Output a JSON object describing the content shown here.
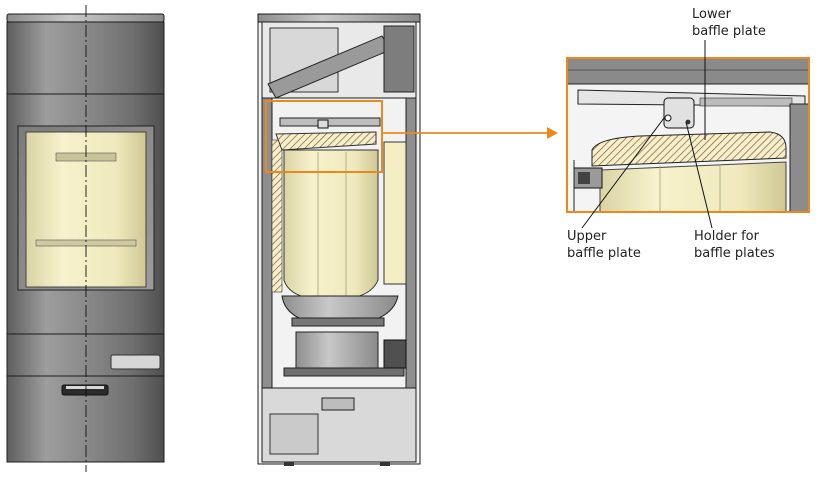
{
  "callouts": {
    "lower_baffle": [
      "Lower",
      "baffle plate"
    ],
    "upper_baffle": [
      "Upper",
      "baffle plate"
    ],
    "holder": [
      "Holder for",
      "baffle plates"
    ]
  },
  "colors": {
    "accent_orange": "#e98a1c",
    "steel_dark": "#6b6b6b",
    "steel_mid": "#9a9a9a",
    "steel_light": "#c9c9c9",
    "firebox_cream": "#f3eec4",
    "outline": "#1c1c1c"
  }
}
